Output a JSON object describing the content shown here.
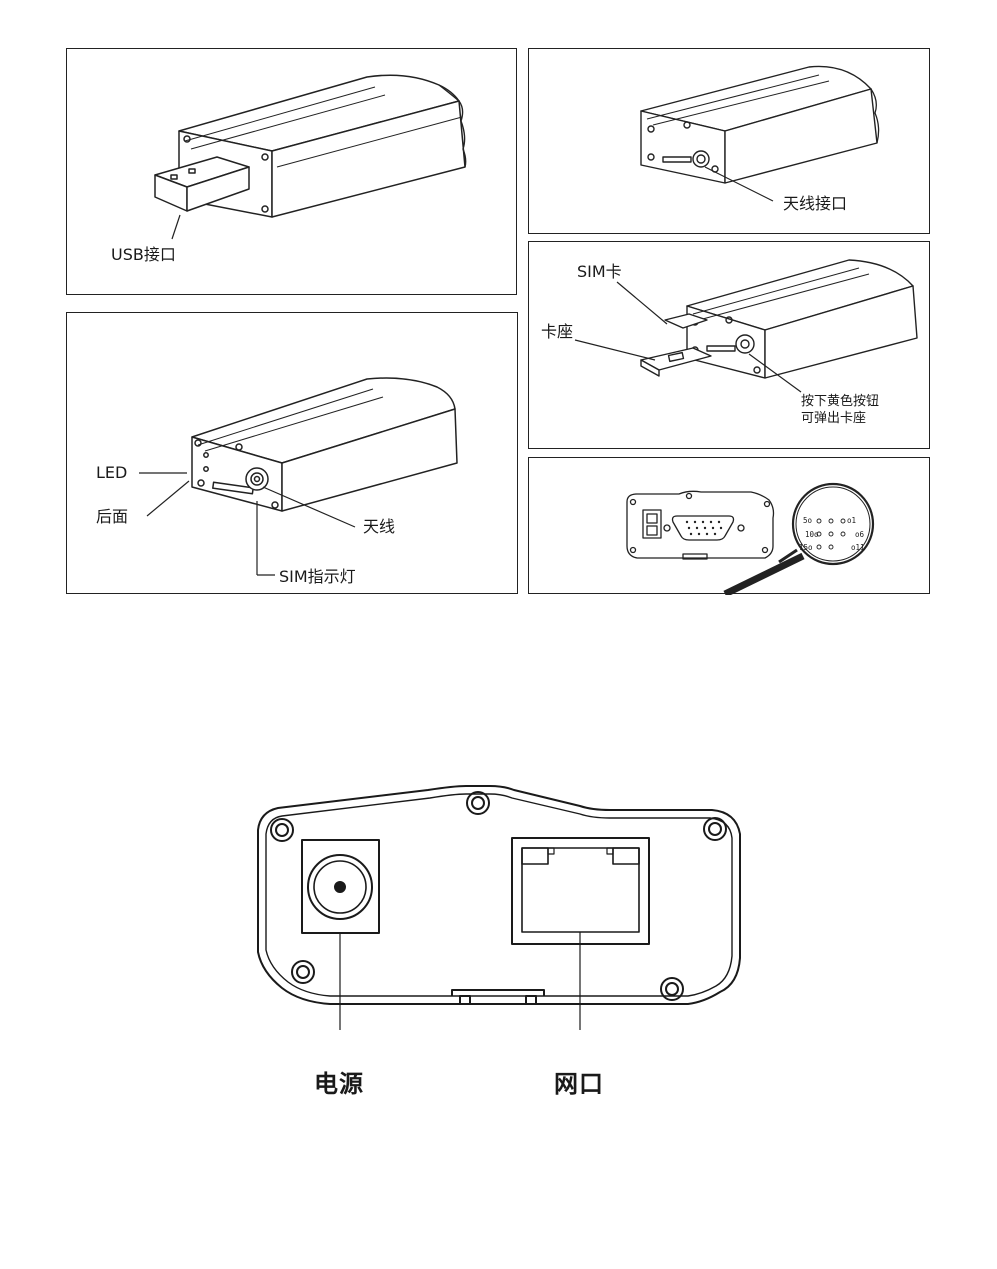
{
  "panels": {
    "usb": {
      "label": "USB接口"
    },
    "antenna_port": {
      "label": "天线接口"
    },
    "front": {
      "led": "LED",
      "rear": "后面",
      "antenna": "天线",
      "sim_light": "SIM指示灯"
    },
    "sim": {
      "card": "SIM卡",
      "holder": "卡座",
      "note_line1": "按下黄色按钮",
      "note_line2": "可弹出卡座"
    },
    "serial": {
      "pins": {
        "p5": "5o",
        "p1": "o1",
        "p10": "10o",
        "p6": "o6",
        "p15": "15o",
        "p11": "o11"
      }
    }
  },
  "bottom": {
    "power": "电源",
    "network": "网口"
  }
}
